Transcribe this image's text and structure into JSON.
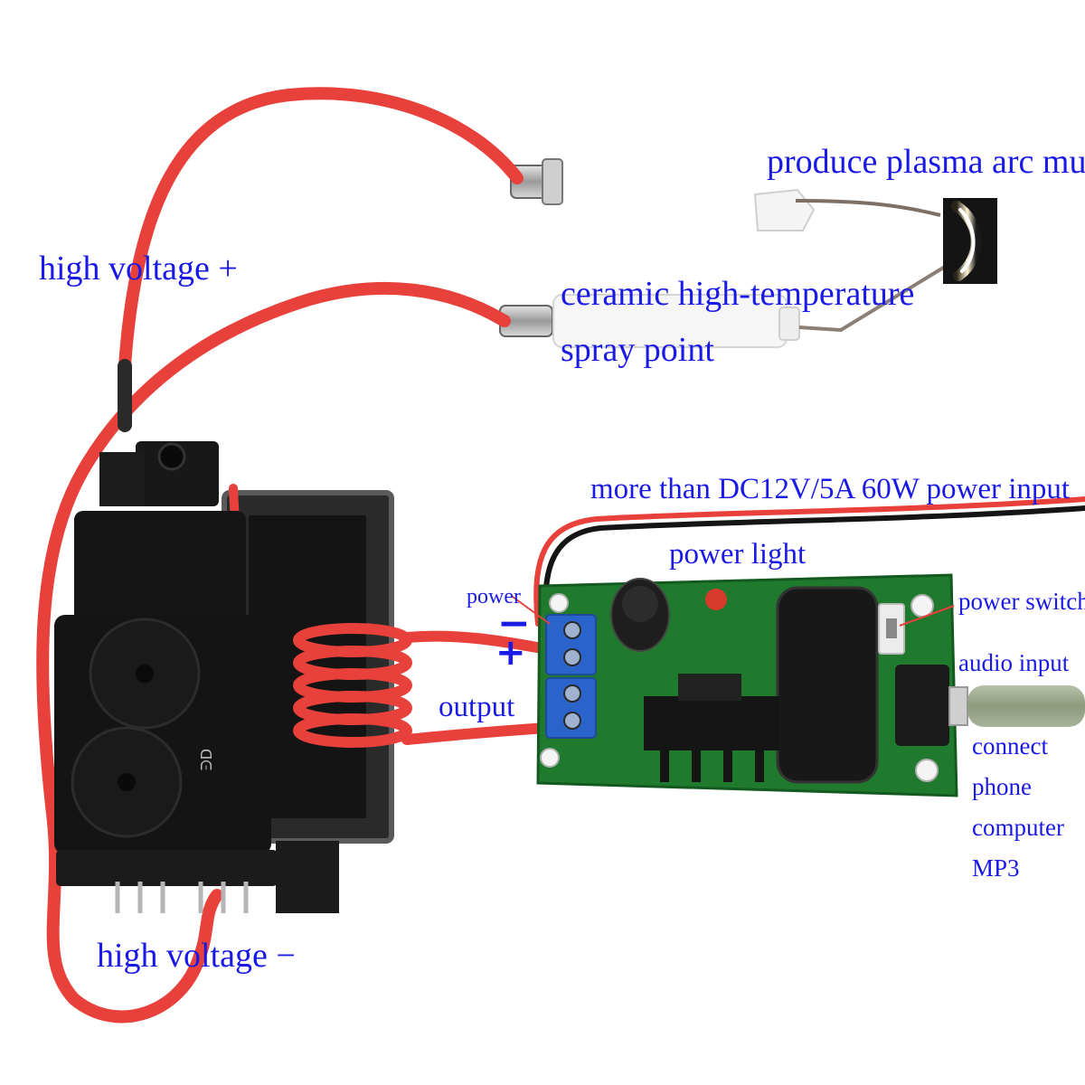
{
  "labels": {
    "plasma_arc": "produce plasma arc music",
    "hv_plus": "high voltage +",
    "ceramic_line1": "ceramic high-temperature",
    "ceramic_line2": "spray point",
    "power_input": "more than DC12V/5A 60W power input",
    "power_light": "power light",
    "power_terminal": "power",
    "minus_sign": "−",
    "plus_sign": "+",
    "power_switch": "power switch",
    "audio_input": "audio input",
    "output": "output",
    "connect": "connect",
    "phone": "phone",
    "computer": "computer",
    "mp3": "MP3",
    "hv_minus": "high voltage −",
    "transformer_mark": "ᗡᕮ"
  },
  "colors": {
    "label_text": "#1a1ae6",
    "wire_red": "#e8403a",
    "pcb_green": "#1f7a2e",
    "terminal_blue": "#2a63c9",
    "transformer_black": "#141414"
  },
  "icons": {
    "electrode": "ceramic-electrode-icon",
    "arc": "plasma-arc-icon",
    "transformer": "flyback-transformer-icon",
    "coil": "primary-coil-icon",
    "board": "driver-board-icon"
  }
}
